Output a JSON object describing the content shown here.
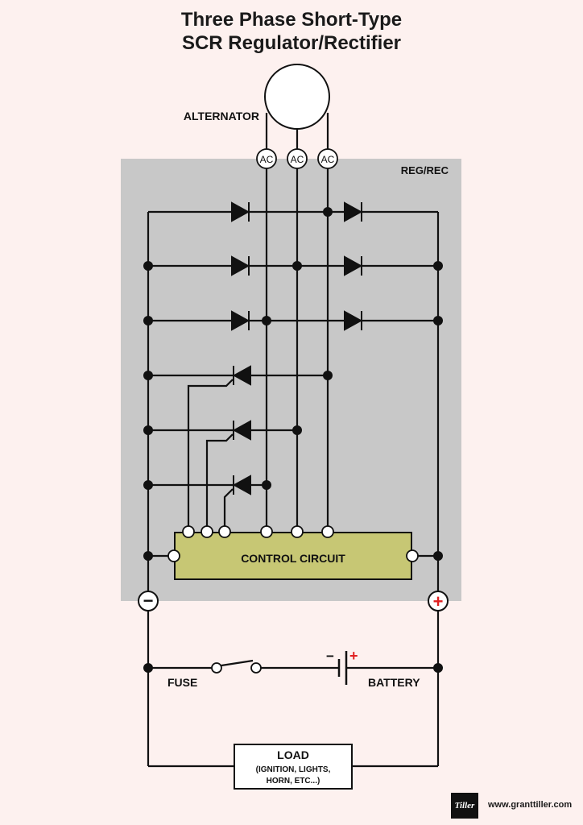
{
  "title": {
    "line1": "Three Phase Short-Type",
    "line2": "SCR Regulator/Rectifier"
  },
  "labels": {
    "alternator": "ALTERNATOR",
    "reg_rec": "REG/REC",
    "control_circuit": "CONTROL CIRCUIT",
    "fuse": "FUSE",
    "battery": "BATTERY",
    "load": "LOAD",
    "load_sub1": "(IGNITION, LIGHTS,",
    "load_sub2": "HORN, ETC...)",
    "ac1": "AC",
    "ac2": "AC",
    "ac3": "AC",
    "negative_terminal": "−",
    "positive_terminal": "+",
    "battery_minus": "−",
    "battery_plus": "+"
  },
  "footer": {
    "logo": "Tiller",
    "website": "www.granttiller.com"
  },
  "colors": {
    "background": "#fdf1ef",
    "box": "#c8c8c8",
    "control": "#c7c774",
    "wire": "#111111",
    "plus": "#e02020"
  }
}
